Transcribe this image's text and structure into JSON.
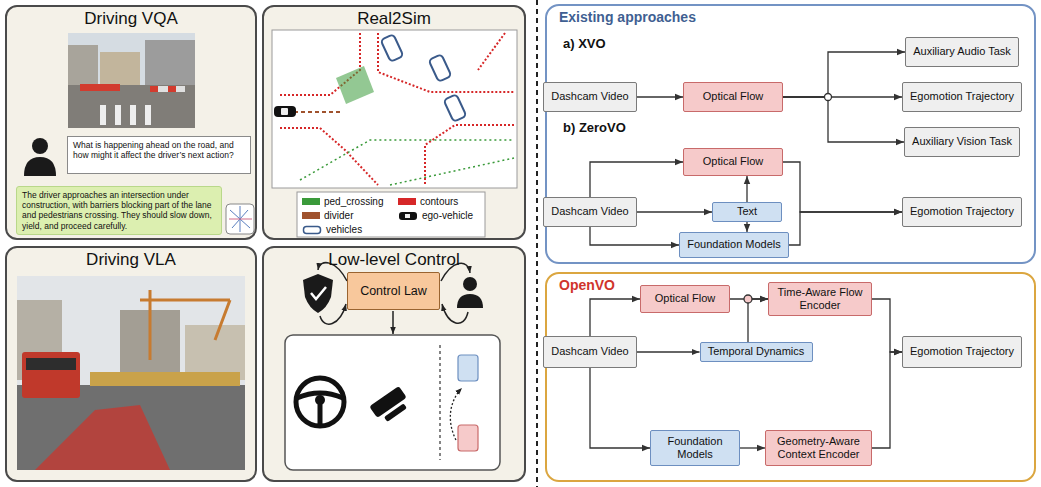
{
  "diagram": {
    "nodes": [
      {
        "text": [
          "Driving VQA"
        ]
      },
      {
        "text": [
          "What is happening ahead on the road, and how might it affect the driver’s next action?"
        ],
        "in": 0
      },
      {
        "text": [
          "The driver approaches an intersection under construction, with barriers blocking part of the lane and pedestrians crossing. They should slow down, yield, and proceed carefully."
        ],
        "in": 0
      },
      {
        "text": [
          "Real2Sim"
        ]
      },
      {
        "text": [
          "Driving VLA"
        ]
      },
      {
        "text": [
          "Low-level Control"
        ]
      },
      {
        "text": [
          "Control Law"
        ],
        "in": 5
      },
      {
        "text": [
          "Existing approaches"
        ]
      },
      {
        "text": [
          "Dashcam Video"
        ],
        "in": 7
      },
      {
        "text": [
          "Optical Flow"
        ],
        "in": 7
      },
      {
        "text": [
          "Auxiliary Audio Task"
        ],
        "in": 7
      },
      {
        "text": [
          "Egomotion Trajectory"
        ],
        "in": 7
      },
      {
        "text": [
          "Auxiliary Vision Task"
        ],
        "in": 7
      },
      {
        "text": [
          "Optical Flow"
        ],
        "in": 7
      },
      {
        "text": [
          "Dashcam Video"
        ],
        "in": 7
      },
      {
        "text": [
          "Text"
        ],
        "in": 7
      },
      {
        "text": [
          "Egomotion Trajectory"
        ],
        "in": 7
      },
      {
        "text": [
          "Foundation Models"
        ],
        "in": 7
      },
      {
        "text": [
          "OpenVO"
        ]
      },
      {
        "text": [
          "Optical Flow"
        ],
        "in": 18
      },
      {
        "text": [
          "Time-Aware Flow Encoder"
        ],
        "in": 18
      },
      {
        "text": [
          "Dashcam Video"
        ],
        "in": 18
      },
      {
        "text": [
          "Temporal Dynamics"
        ],
        "in": 18
      },
      {
        "text": [
          "Egomotion Trajectory"
        ],
        "in": 18
      },
      {
        "text": [
          "Foundation Models"
        ],
        "in": 18
      },
      {
        "text": [
          "Geometry-Aware Context Encoder"
        ],
        "in": 18
      }
    ],
    "edges": [
      {
        "from": 8,
        "to": 9,
        "arrow": "to"
      },
      {
        "from": 9,
        "to": 10,
        "arrow": "to"
      },
      {
        "from": 9,
        "to": 11,
        "arrow": "to"
      },
      {
        "from": 9,
        "to": 12,
        "arrow": "to"
      },
      {
        "from": 14,
        "to": 13,
        "arrow": "to"
      },
      {
        "from": 14,
        "to": 15,
        "arrow": "to"
      },
      {
        "from": 14,
        "to": 17,
        "arrow": "to"
      },
      {
        "from": 15,
        "to": 13,
        "arrow": "to"
      },
      {
        "from": 15,
        "to": 17,
        "arrow": "to"
      },
      {
        "from": 13,
        "to": 16,
        "arrow": "to"
      },
      {
        "from": 17,
        "to": 16,
        "arrow": "to"
      },
      {
        "from": 21,
        "to": 19,
        "arrow": "to"
      },
      {
        "from": 21,
        "to": 22,
        "arrow": "to"
      },
      {
        "from": 21,
        "to": 24,
        "arrow": "to"
      },
      {
        "from": 19,
        "to": 20,
        "arrow": "to"
      },
      {
        "from": 22,
        "to": 20,
        "arrow": "to"
      },
      {
        "from": 24,
        "to": 25,
        "arrow": "to"
      },
      {
        "from": 20,
        "to": 23,
        "arrow": "to"
      },
      {
        "from": 25,
        "to": 23,
        "arrow": "to"
      }
    ],
    "labels": [
      "a) XVO",
      "b) ZeroVO"
    ],
    "legend": [
      {
        "text": "ped_crossing",
        "color": "#3a9a3a"
      },
      {
        "text": "contours",
        "color": "#d62728"
      },
      {
        "text": "divider",
        "color": "#a0522d"
      },
      {
        "text": "ego-vehicle"
      },
      {
        "text": "vehicles"
      }
    ]
  }
}
